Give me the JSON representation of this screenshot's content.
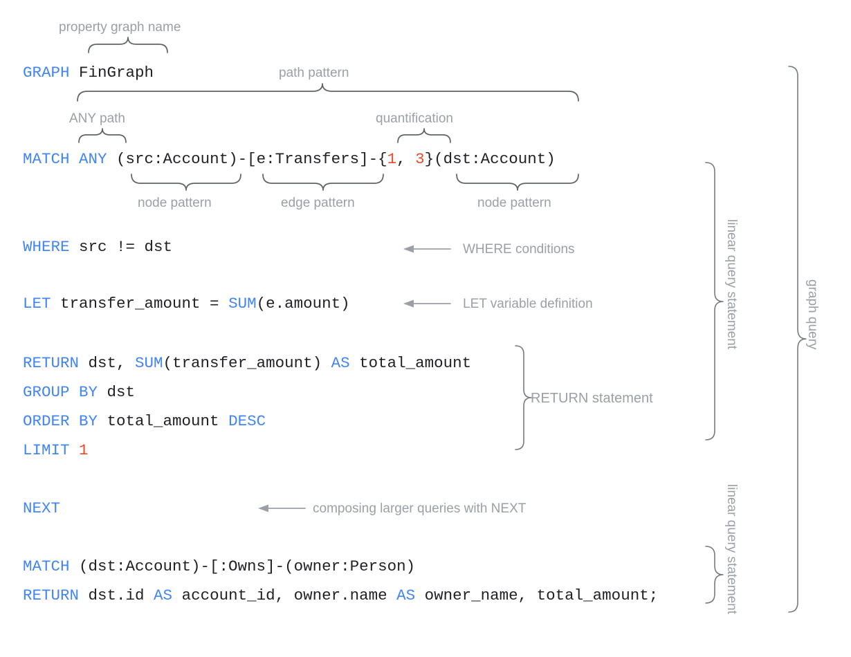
{
  "diagram": {
    "title": "GQL graph query anatomy",
    "colors": {
      "keyword": "#4285f4",
      "literal": "#ea4a26",
      "text": "#202124",
      "annotation": "#9aa0a6",
      "brace": "#5f6368",
      "background": "#ffffff"
    }
  },
  "code_lines": [
    {
      "id": "graph",
      "tokens": [
        {
          "t": "GRAPH",
          "c": "kw"
        },
        {
          "t": " FinGraph",
          "c": "plain"
        }
      ]
    },
    {
      "id": "match1",
      "tokens": [
        {
          "t": "MATCH",
          "c": "kw"
        },
        {
          "t": " ",
          "c": "plain"
        },
        {
          "t": "ANY",
          "c": "kw"
        },
        {
          "t": " (src:Account)-[e:Transfers]-{",
          "c": "plain"
        },
        {
          "t": "1",
          "c": "num"
        },
        {
          "t": ", ",
          "c": "plain"
        },
        {
          "t": "3",
          "c": "num"
        },
        {
          "t": "}(dst:Account)",
          "c": "plain"
        }
      ]
    },
    {
      "id": "where",
      "tokens": [
        {
          "t": "WHERE",
          "c": "kw"
        },
        {
          "t": " src != dst",
          "c": "plain"
        }
      ]
    },
    {
      "id": "let",
      "tokens": [
        {
          "t": "LET",
          "c": "kw"
        },
        {
          "t": " transfer_amount = ",
          "c": "plain"
        },
        {
          "t": "SUM",
          "c": "kw"
        },
        {
          "t": "(e.amount)",
          "c": "plain"
        }
      ]
    },
    {
      "id": "return1",
      "tokens": [
        {
          "t": "RETURN",
          "c": "kw"
        },
        {
          "t": " dst, ",
          "c": "plain"
        },
        {
          "t": "SUM",
          "c": "kw"
        },
        {
          "t": "(transfer_amount) ",
          "c": "plain"
        },
        {
          "t": "AS",
          "c": "kw"
        },
        {
          "t": " total_amount",
          "c": "plain"
        }
      ]
    },
    {
      "id": "groupby",
      "tokens": [
        {
          "t": "GROUP BY",
          "c": "kw"
        },
        {
          "t": " dst",
          "c": "plain"
        }
      ]
    },
    {
      "id": "orderby",
      "tokens": [
        {
          "t": "ORDER BY",
          "c": "kw"
        },
        {
          "t": " total_amount ",
          "c": "plain"
        },
        {
          "t": "DESC",
          "c": "kw"
        }
      ]
    },
    {
      "id": "limit",
      "tokens": [
        {
          "t": "LIMIT",
          "c": "kw"
        },
        {
          "t": " ",
          "c": "plain"
        },
        {
          "t": "1",
          "c": "num"
        }
      ]
    },
    {
      "id": "next",
      "tokens": [
        {
          "t": "NEXT",
          "c": "kw"
        }
      ]
    },
    {
      "id": "match2",
      "tokens": [
        {
          "t": "MATCH",
          "c": "kw"
        },
        {
          "t": " (dst:Account)-[:Owns]-(owner:Person)",
          "c": "plain"
        }
      ]
    },
    {
      "id": "return2",
      "tokens": [
        {
          "t": "RETURN",
          "c": "kw"
        },
        {
          "t": " dst.id ",
          "c": "plain"
        },
        {
          "t": "AS",
          "c": "kw"
        },
        {
          "t": " account_id, owner.name ",
          "c": "plain"
        },
        {
          "t": "AS",
          "c": "kw"
        },
        {
          "t": " owner_name, total_amount;",
          "c": "plain"
        }
      ]
    }
  ],
  "annotations": {
    "property_graph_name": "property graph name",
    "path_pattern": "path pattern",
    "any_path": "ANY path",
    "quantification": "quantification",
    "node_pattern_left": "node pattern",
    "edge_pattern": "edge pattern",
    "node_pattern_right": "node pattern",
    "where_conditions": "WHERE conditions",
    "let_variable_definition": "LET variable definition",
    "return_statement": "RETURN statement",
    "composing_next": "composing larger queries with NEXT",
    "linear_query_statement_1": "linear query statement",
    "linear_query_statement_2": "linear query statement",
    "graph_query": "graph query"
  }
}
